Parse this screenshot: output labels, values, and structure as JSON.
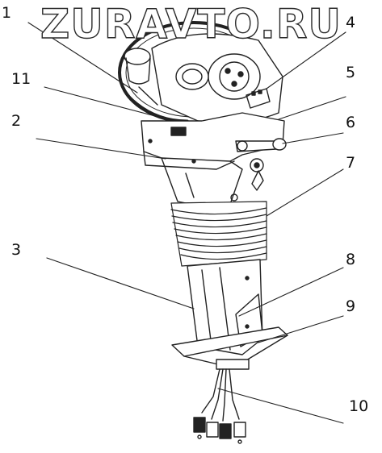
{
  "watermark": "ZURAVTO.RU",
  "callouts": {
    "c1": "1",
    "c2": "2",
    "c3": "3",
    "c4": "4",
    "c5": "5",
    "c6": "6",
    "c7": "7",
    "c8": "8",
    "c9": "9",
    "c10": "10",
    "c11": "11"
  }
}
